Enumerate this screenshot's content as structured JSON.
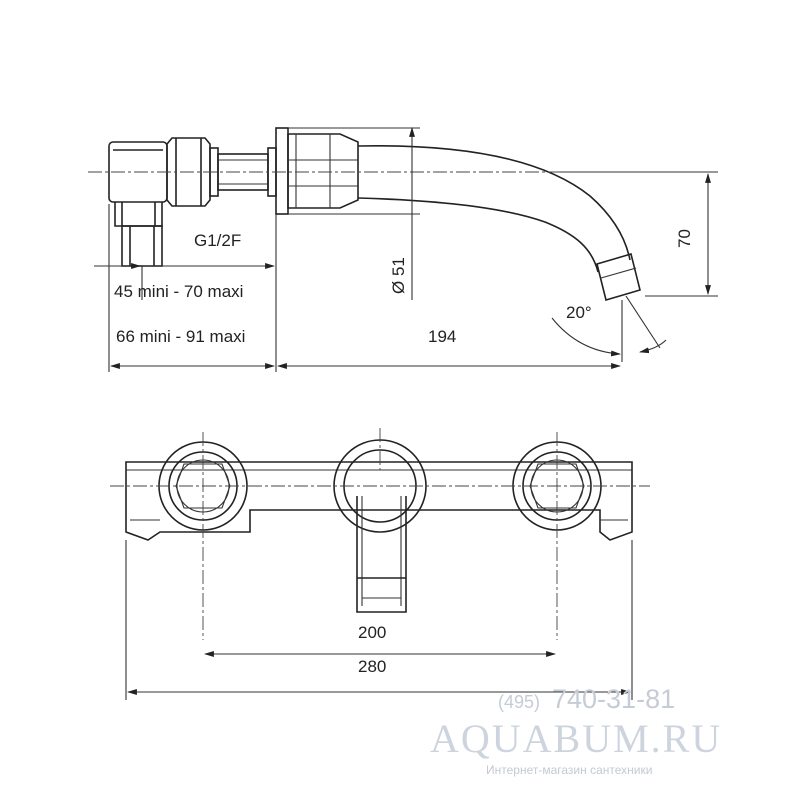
{
  "side_view": {
    "thread_label": "G1/2F",
    "diameter_label": "Ø 51",
    "height_label": "70",
    "angle_label": "20°",
    "depth_short_label": "45 mini - 70 maxi",
    "depth_long_label": "66 mini - 91 maxi",
    "projection_label": "194"
  },
  "front_view": {
    "inner_span_label": "200",
    "outer_span_label": "280"
  },
  "watermark": {
    "phone_code": "(495)",
    "phone_number": "740-31-81",
    "site": "AQUABUM.RU",
    "tagline": "Интернет-магазин сантехники"
  },
  "colors": {
    "line": "#222222",
    "watermark": "#c6ccd6",
    "background": "#ffffff"
  }
}
